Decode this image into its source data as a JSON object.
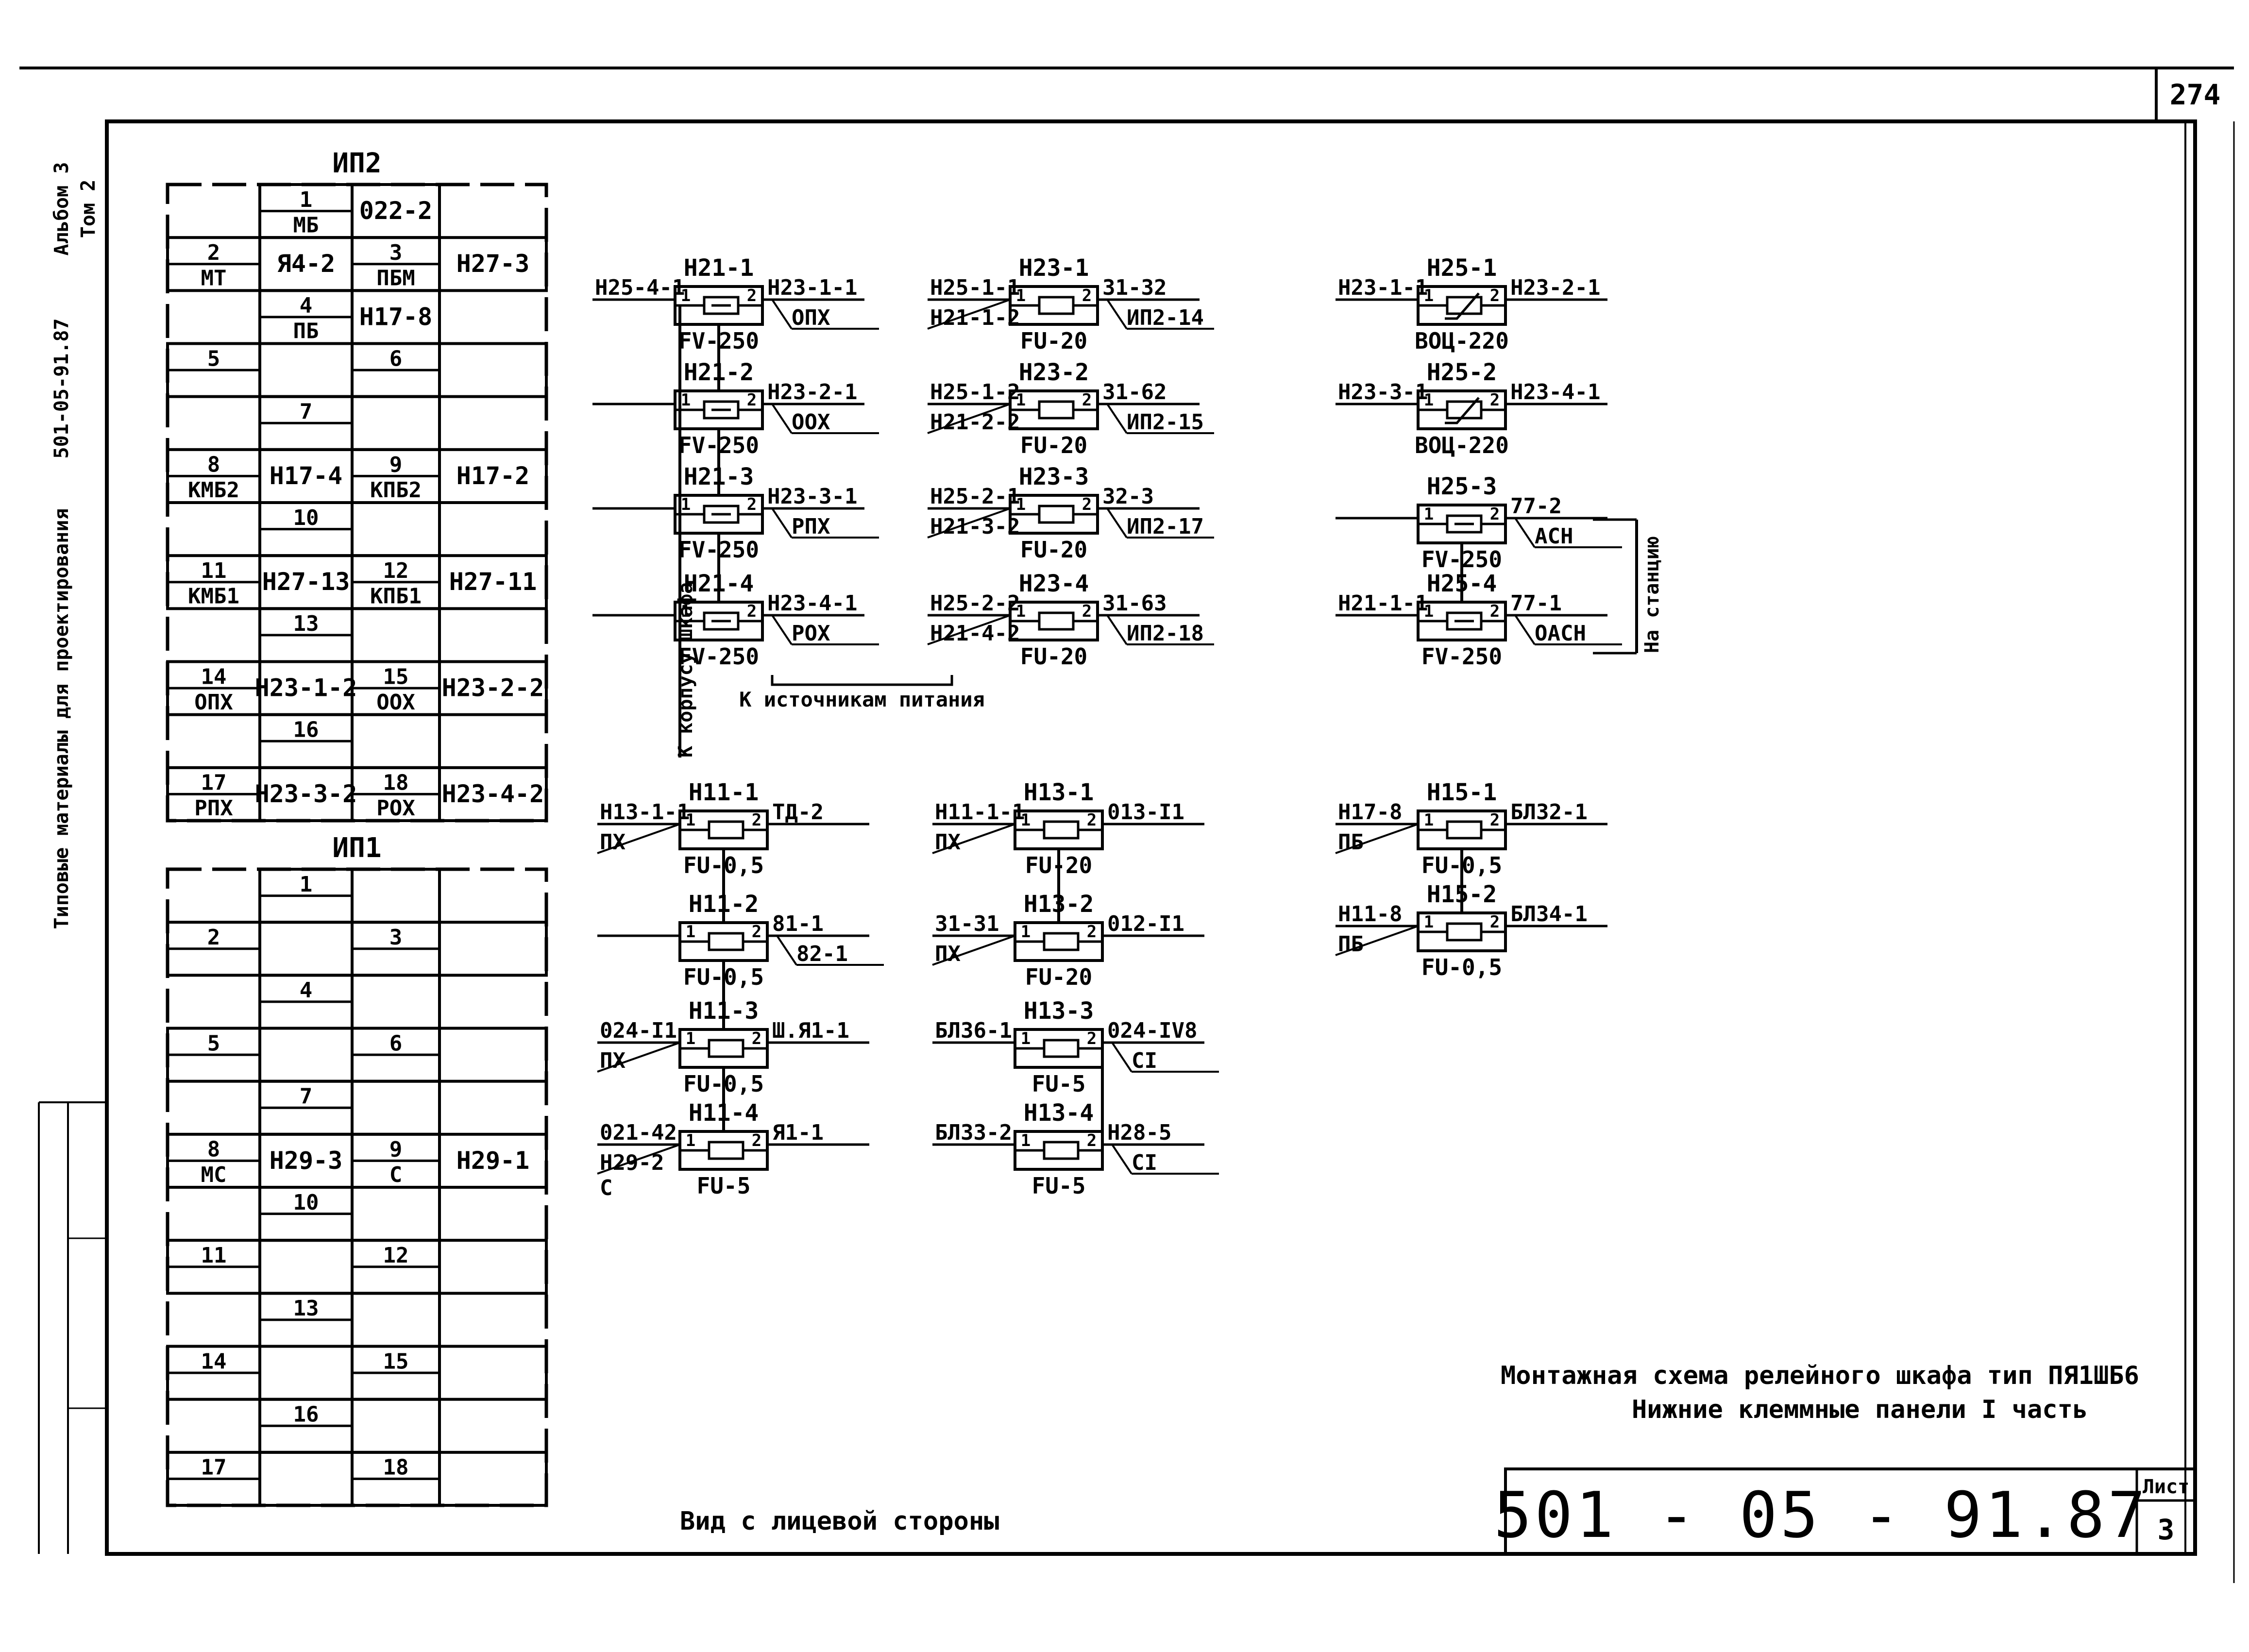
{
  "page_number": "274",
  "side_stamp": [
    "Альбом 3",
    "Том 2",
    "Типовые материалы для проектирования",
    "501-05-91.87"
  ],
  "panel_ip2": {
    "title": "ИП2",
    "rows": [
      {
        "type": "half",
        "cells": [
          {
            "num": "1",
            "sub": "МБ"
          },
          {
            "text": "022-2"
          }
        ]
      },
      {
        "type": "full",
        "cells": [
          {
            "num": "2",
            "sub": "МТ"
          },
          {
            "text": "Я4-2"
          },
          {
            "num": "3",
            "sub": "ПБМ"
          },
          {
            "text": "Н27-3"
          }
        ]
      },
      {
        "type": "half",
        "cells": [
          {
            "num": "4",
            "sub": "ПБ"
          },
          {
            "text": "Н17-8"
          }
        ]
      },
      {
        "type": "full",
        "cells": [
          {
            "num": "5",
            "sub": ""
          },
          {
            "text": ""
          },
          {
            "num": "6",
            "sub": ""
          },
          {
            "text": ""
          }
        ]
      },
      {
        "type": "half",
        "cells": [
          {
            "num": "7",
            "sub": ""
          },
          {
            "text": ""
          }
        ]
      },
      {
        "type": "full",
        "cells": [
          {
            "num": "8",
            "sub": "КМБ2"
          },
          {
            "text": "Н17-4"
          },
          {
            "num": "9",
            "sub": "КПБ2"
          },
          {
            "text": "Н17-2"
          }
        ]
      },
      {
        "type": "half",
        "cells": [
          {
            "num": "10",
            "sub": ""
          },
          {
            "text": ""
          }
        ]
      },
      {
        "type": "full",
        "cells": [
          {
            "num": "11",
            "sub": "КМБ1"
          },
          {
            "text": "Н27-13"
          },
          {
            "num": "12",
            "sub": "КПБ1"
          },
          {
            "text": "Н27-11"
          }
        ]
      },
      {
        "type": "half",
        "cells": [
          {
            "num": "13",
            "sub": ""
          },
          {
            "text": ""
          }
        ]
      },
      {
        "type": "full",
        "cells": [
          {
            "num": "14",
            "sub": "ОПХ"
          },
          {
            "text": "Н23-1-2"
          },
          {
            "num": "15",
            "sub": "ООХ"
          },
          {
            "text": "Н23-2-2"
          }
        ]
      },
      {
        "type": "half",
        "cells": [
          {
            "num": "16",
            "sub": ""
          },
          {
            "text": ""
          }
        ]
      },
      {
        "type": "full",
        "cells": [
          {
            "num": "17",
            "sub": "РПХ"
          },
          {
            "text": "Н23-3-2"
          },
          {
            "num": "18",
            "sub": "РОХ"
          },
          {
            "text": "Н23-4-2"
          }
        ]
      }
    ]
  },
  "panel_ip1": {
    "title": "ИП1",
    "rows": [
      {
        "type": "half",
        "cells": [
          {
            "num": "1",
            "sub": ""
          },
          {
            "text": ""
          }
        ]
      },
      {
        "type": "full",
        "cells": [
          {
            "num": "2",
            "sub": ""
          },
          {
            "text": ""
          },
          {
            "num": "3",
            "sub": ""
          },
          {
            "text": ""
          }
        ]
      },
      {
        "type": "half",
        "cells": [
          {
            "num": "4",
            "sub": ""
          },
          {
            "text": ""
          }
        ]
      },
      {
        "type": "full",
        "cells": [
          {
            "num": "5",
            "sub": ""
          },
          {
            "text": ""
          },
          {
            "num": "6",
            "sub": ""
          },
          {
            "text": ""
          }
        ]
      },
      {
        "type": "half",
        "cells": [
          {
            "num": "7",
            "sub": ""
          },
          {
            "text": ""
          }
        ]
      },
      {
        "type": "full",
        "cells": [
          {
            "num": "8",
            "sub": "МС"
          },
          {
            "text": "Н29-3"
          },
          {
            "num": "9",
            "sub": "С"
          },
          {
            "text": "Н29-1"
          }
        ]
      },
      {
        "type": "half",
        "cells": [
          {
            "num": "10",
            "sub": ""
          },
          {
            "text": ""
          }
        ]
      },
      {
        "type": "full",
        "cells": [
          {
            "num": "11",
            "sub": ""
          },
          {
            "text": ""
          },
          {
            "num": "12",
            "sub": ""
          },
          {
            "text": ""
          }
        ]
      },
      {
        "type": "half",
        "cells": [
          {
            "num": "13",
            "sub": ""
          },
          {
            "text": ""
          }
        ]
      },
      {
        "type": "full",
        "cells": [
          {
            "num": "14",
            "sub": ""
          },
          {
            "text": ""
          },
          {
            "num": "15",
            "sub": ""
          },
          {
            "text": ""
          }
        ]
      },
      {
        "type": "half",
        "cells": [
          {
            "num": "16",
            "sub": ""
          },
          {
            "text": ""
          }
        ]
      },
      {
        "type": "full",
        "cells": [
          {
            "num": "17",
            "sub": ""
          },
          {
            "text": ""
          },
          {
            "num": "18",
            "sub": ""
          },
          {
            "text": ""
          }
        ]
      }
    ]
  },
  "devices": [
    {
      "label": "Н21-1",
      "rating": "FV-250",
      "kind": "arrester",
      "left": "Н25-4-1",
      "left2": "",
      "right": "Н23-1-1",
      "right2": "ОПХ"
    },
    {
      "label": "Н21-2",
      "rating": "FV-250",
      "kind": "arrester",
      "left": "",
      "left2": "",
      "right": "Н23-2-1",
      "right2": "ООХ"
    },
    {
      "label": "Н21-3",
      "rating": "FV-250",
      "kind": "arrester",
      "left": "",
      "left2": "",
      "right": "Н23-3-1",
      "right2": "РПХ"
    },
    {
      "label": "Н21-4",
      "rating": "FV-250",
      "kind": "arrester",
      "left": "",
      "left2": "",
      "right": "Н23-4-1",
      "right2": "РОХ"
    },
    {
      "label": "Н23-1",
      "rating": "FU-20",
      "kind": "fuse",
      "left": "Н25-1-1",
      "left2": "Н21-1-2",
      "right": "31-32",
      "right2": "ИП2-14"
    },
    {
      "label": "Н23-2",
      "rating": "FU-20",
      "kind": "fuse",
      "left": "Н25-1-2",
      "left2": "Н21-2-2",
      "right": "31-62",
      "right2": "ИП2-15"
    },
    {
      "label": "Н23-3",
      "rating": "FU-20",
      "kind": "fuse",
      "left": "Н25-2-1",
      "left2": "Н21-3-2",
      "right": "32-3",
      "right2": "ИП2-17"
    },
    {
      "label": "Н23-4",
      "rating": "FU-20",
      "kind": "fuse",
      "left": "Н25-2-2",
      "left2": "Н21-4-2",
      "right": "31-63",
      "right2": "ИП2-18"
    },
    {
      "label": "Н25-1",
      "rating": "ВОЦ-220",
      "kind": "varistor",
      "left": "Н23-1-1",
      "left2": "",
      "right": "Н23-2-1",
      "right2": ""
    },
    {
      "label": "Н25-2",
      "rating": "ВОЦ-220",
      "kind": "varistor",
      "left": "Н23-3-1",
      "left2": "",
      "right": "Н23-4-1",
      "right2": ""
    },
    {
      "label": "Н25-3",
      "rating": "FV-250",
      "kind": "arrester",
      "left": "",
      "left2": "",
      "right": "77-2",
      "right2": "АСН"
    },
    {
      "label": "Н25-4",
      "rating": "FV-250",
      "kind": "arrester",
      "left": "Н21-1-1",
      "left2": "",
      "right": "77-1",
      "right2": "ОАСН"
    },
    {
      "label": "Н11-1",
      "rating": "FU-0,5",
      "kind": "fuse",
      "left": "Н13-1-1",
      "left2": "ПХ",
      "right": "ТД-2",
      "right2": ""
    },
    {
      "label": "Н11-2",
      "rating": "FU-0,5",
      "kind": "fuse",
      "left": "",
      "left2": "",
      "right": "81-1",
      "right2": "82-1"
    },
    {
      "label": "Н11-3",
      "rating": "FU-0,5",
      "kind": "fuse",
      "left": "024-I1",
      "left2": "ПХ",
      "right": "Ш.Я1-1",
      "right2": ""
    },
    {
      "label": "Н11-4",
      "rating": "FU-5",
      "kind": "fuse",
      "left": "021-42",
      "left2": "Н29-2",
      "left3": "С",
      "right": "Я1-1",
      "right2": ""
    },
    {
      "label": "Н13-1",
      "rating": "FU-20",
      "kind": "fuse",
      "left": "Н11-1-1",
      "left2": "ПХ",
      "right": "013-I1",
      "right2": ""
    },
    {
      "label": "Н13-2",
      "rating": "FU-20",
      "kind": "fuse",
      "left": "31-31",
      "left2": "ПХ",
      "right": "012-I1",
      "right2": ""
    },
    {
      "label": "Н13-3",
      "rating": "FU-5",
      "kind": "fuse",
      "left": "БЛ36-1",
      "left2": "",
      "right": "024-IV8",
      "right2": "СI"
    },
    {
      "label": "Н13-4",
      "rating": "FU-5",
      "kind": "fuse",
      "left": "БЛ33-2",
      "left2": "",
      "right": "Н28-5",
      "right2": "СI"
    },
    {
      "label": "Н15-1",
      "rating": "FU-0,5",
      "kind": "fuse",
      "left": "Н17-8",
      "left2": "ПБ",
      "right": "БЛ32-1",
      "right2": ""
    },
    {
      "label": "Н15-2",
      "rating": "FU-0,5",
      "kind": "fuse",
      "left": "Н11-8",
      "left2": "ПБ",
      "right": "БЛ34-1",
      "right2": ""
    }
  ],
  "notes": {
    "to_cabinet_body": "К корпусу шкафа",
    "to_power_sources": "К источникам питания",
    "to_station": "На станцию"
  },
  "pin_labels": [
    "1",
    "2"
  ],
  "footer": {
    "view_caption": "Вид с лицевой стороны",
    "title_line1": "Монтажная схема релейного шкафа тип ПЯ1ШБ6",
    "title_line2": "Нижние клеммные панели I часть",
    "doc_code": "501 - 05 - 91.87",
    "sheet_label": "Лист",
    "sheet_number": "3"
  }
}
